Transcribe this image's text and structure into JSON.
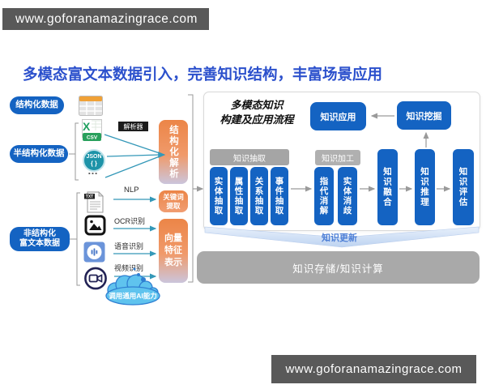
{
  "watermark_top": "www.goforanamazingrace.com",
  "watermark_bottom": "www.goforanamazingrace.com",
  "title": "多模态富文本数据引入，完善知识结构，丰富场景应用",
  "sources": {
    "structured": "结构化数据",
    "semi_structured": "半结构化数据",
    "unstructured_line1": "非结构化",
    "unstructured_line2": "富文本数据"
  },
  "inputs": {
    "csv_x": "X",
    "csv_badge": "CSV",
    "parser_tag": "解析器",
    "json_label": "JSON",
    "json_braces": "{ }",
    "more_ellipsis": "…",
    "txt_tab": "TXT",
    "nlp": "NLP",
    "ocr": "OCR识别",
    "speech": "语音识别",
    "video": "视频识别",
    "cloud": "调用通用AI能力"
  },
  "transforms": {
    "structural_parsing": "结构化解析",
    "keyword_extraction": "关键词提取",
    "vector_feature": "向量特征表示"
  },
  "pipeline": {
    "panel_title_line1": "多模态知识",
    "panel_title_line2": "构建及应用流程",
    "application": "知识应用",
    "mining": "知识挖掘",
    "extraction": {
      "header": "知识抽取",
      "items": [
        "实体抽取",
        "属性抽取",
        "关系抽取",
        "事件抽取"
      ]
    },
    "processing": {
      "header": "知识加工",
      "items": [
        "指代消解",
        "实体消歧"
      ]
    },
    "fusion": "知识融合",
    "reasoning": "知识推理",
    "evaluation": "知识评估",
    "update": "知识更新",
    "storage": "知识存储/知识计算"
  },
  "colors": {
    "primary_blue": "#1463c2",
    "orange": "#ec8547",
    "teal_arrow": "#3498b8",
    "title_blue": "#2b50cc",
    "watermark_gray": "#595959",
    "header_gray": "#a5a5a5",
    "storage_gray": "#a9a9a9",
    "cloud_blue": "#5fc3ee"
  }
}
